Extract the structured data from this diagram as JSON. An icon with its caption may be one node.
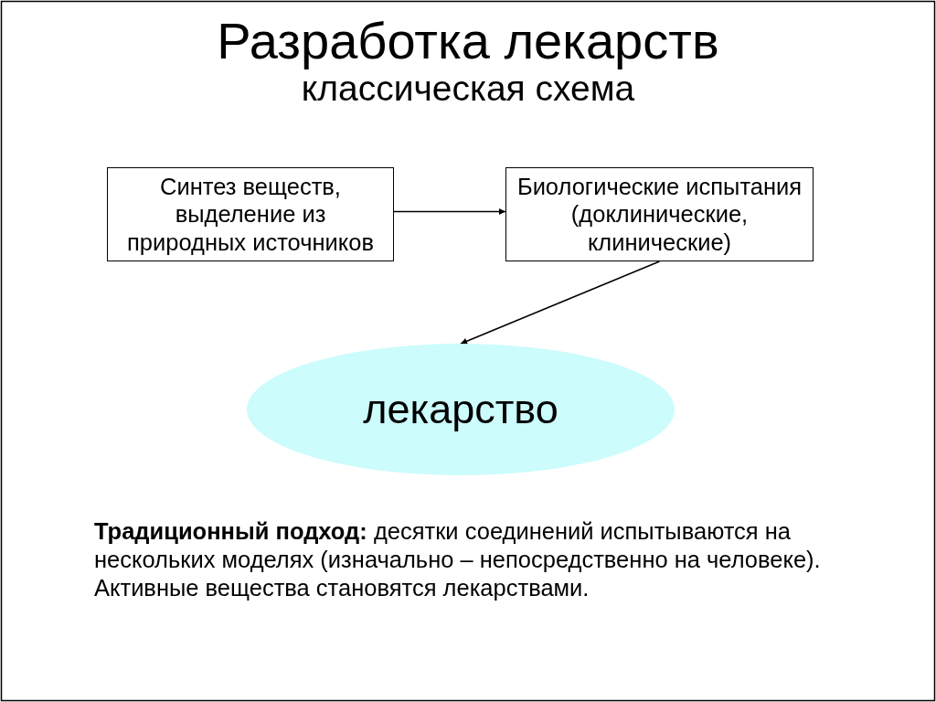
{
  "diagram": {
    "title": "Разработка лекарств",
    "nodes": [
      {
        "text": [
          "Синтез веществ, выделение из природных источников"
        ]
      },
      {
        "text": [
          "Биологические испытания (доклинические, клинические)"
        ]
      },
      {
        "text": [
          "лекарство"
        ]
      }
    ],
    "edges": [
      {
        "from": 0,
        "to": 1,
        "arrow": "to"
      },
      {
        "from": 1,
        "to": 2,
        "arrow": "to"
      }
    ],
    "labels": [
      "классическая схема",
      "**Традиционный подход:** десятки соединений испытываются на нескольких моделях (изначально – непосредственно на человеке). Активные вещества становятся лекарствами."
    ]
  }
}
